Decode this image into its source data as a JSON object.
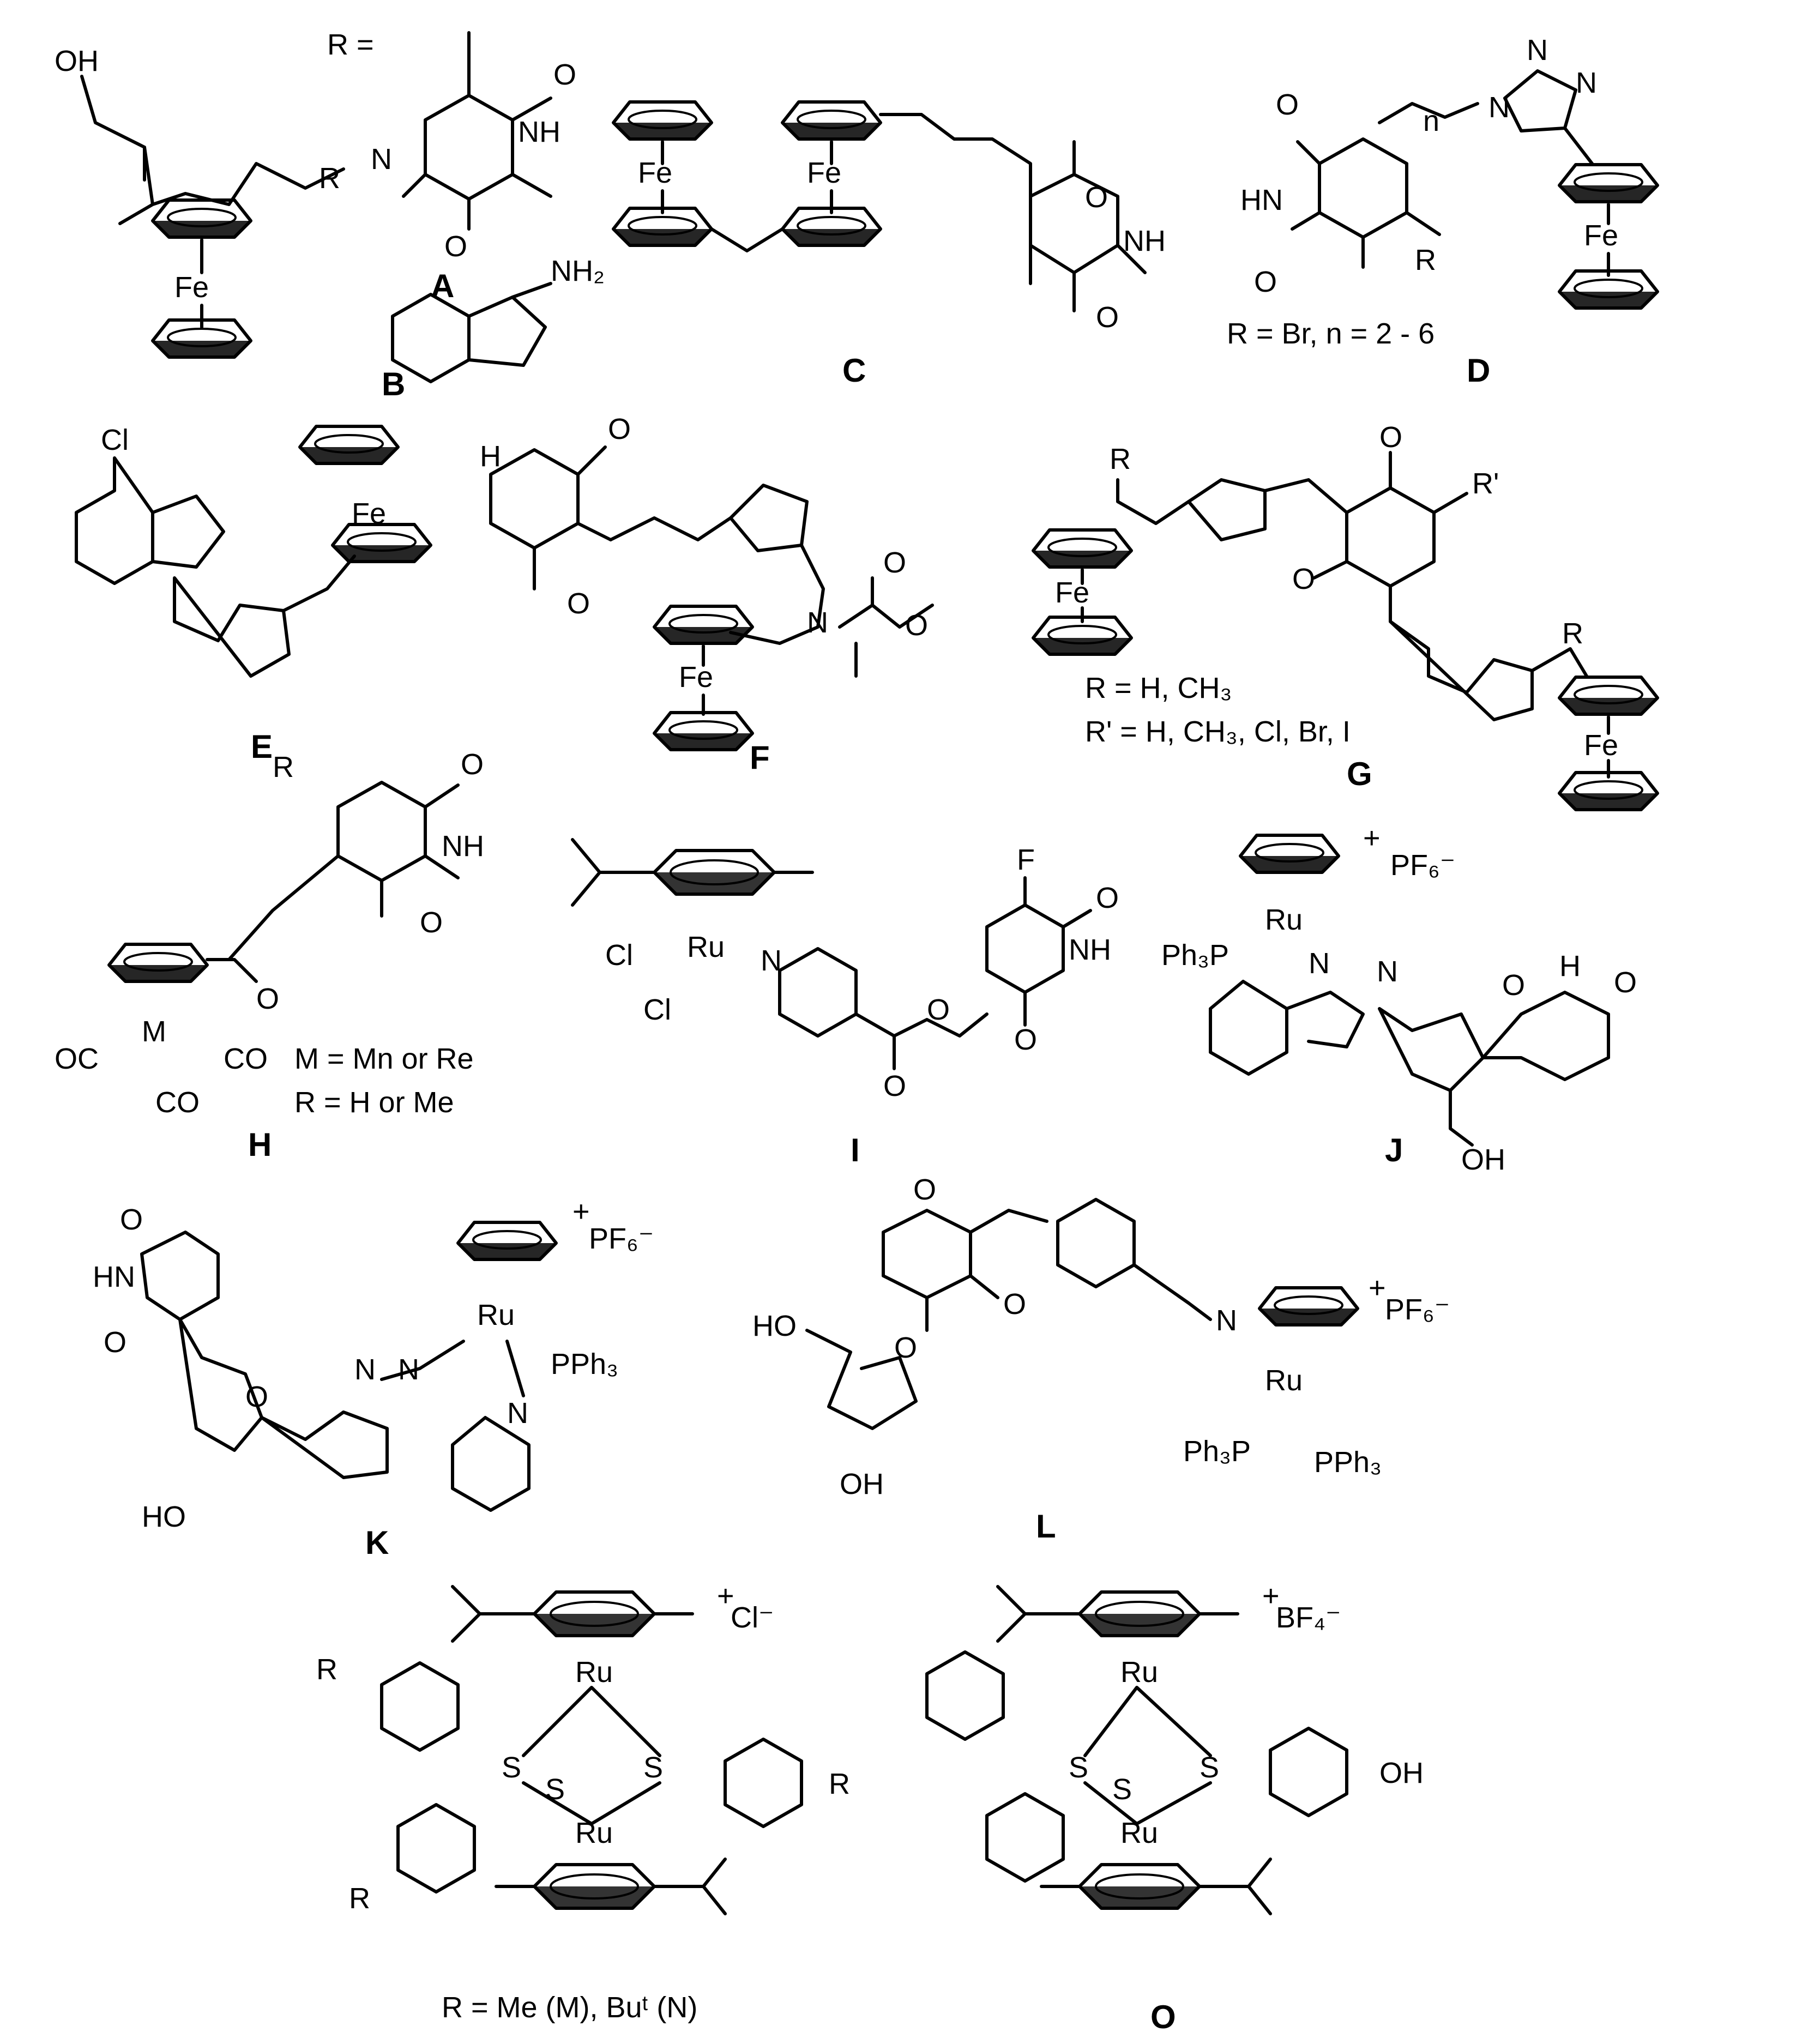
{
  "labels": {
    "A": "A",
    "B": "B",
    "C": "C",
    "D": "D",
    "E": "E",
    "F": "F",
    "G": "G",
    "H": "H",
    "I": "I",
    "J": "J",
    "K": "K",
    "L": "L",
    "O": "O"
  },
  "atoms": {
    "oh": "OH",
    "fe": "Fe",
    "ru": "Ru",
    "o": "O",
    "n": "N",
    "nh": "NH",
    "hn": "HN",
    "h": "H",
    "cl": "Cl",
    "f": "F",
    "s": "S",
    "r": "R",
    "r_prime": "R'",
    "m": "M",
    "co": "CO",
    "oc": "OC",
    "nh2": "NH₂",
    "ph3p": "Ph₃P",
    "pph3": "PPh₃",
    "r_eq": "R =",
    "ho": "HO",
    "n_sub": "n"
  },
  "counterions": {
    "pf6": "PF₆⁻",
    "cl": "Cl⁻",
    "bf4": "BF₄⁻",
    "plus": "+"
  },
  "captions": {
    "D": "R = Br, n = 2 - 6",
    "G1": "R = H, CH₃",
    "G2": "R' = H, CH₃, Cl, Br, I",
    "H1": "M = Mn or Re",
    "H2": "R = H or Me",
    "MN": "R = Me (M), Buᵗ (N)"
  }
}
